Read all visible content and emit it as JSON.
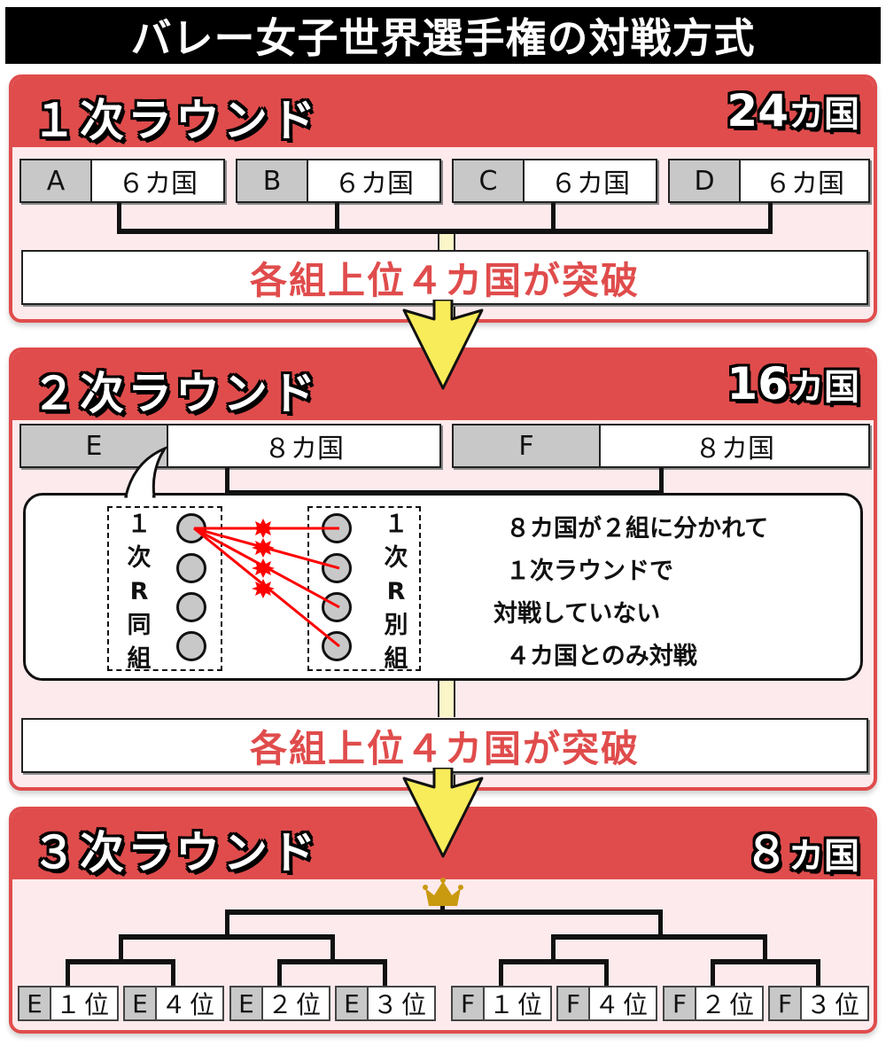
{
  "title": "バレー女子世界選手権の対戦方式",
  "colors": {
    "header_red": "#e04c4c",
    "panel_pink": "#fdeaec",
    "group_gray": "#c8c8c8",
    "arrow_yellow": "#f8ec5a",
    "crown_gold": "#c9990f",
    "match_line_red": "#ff0000"
  },
  "round1": {
    "name": "１次ラウンド",
    "count_num": "24",
    "count_unit": "カ国",
    "groups": [
      {
        "letter": "A",
        "size": "６カ国"
      },
      {
        "letter": "B",
        "size": "６カ国"
      },
      {
        "letter": "C",
        "size": "６カ国"
      },
      {
        "letter": "D",
        "size": "６カ国"
      }
    ],
    "advance": "各組上位４カ国が突破"
  },
  "round2": {
    "name": "２次ラウンド",
    "count_num": "16",
    "count_unit": "カ国",
    "groups": [
      {
        "letter": "E",
        "size": "８カ国"
      },
      {
        "letter": "F",
        "size": "８カ国"
      }
    ],
    "callout": {
      "left_label": [
        "１",
        "次",
        "R",
        "同",
        "組"
      ],
      "right_label": [
        "１",
        "次",
        "R",
        "別",
        "組"
      ],
      "explanation": [
        "８カ国が２組に分かれて",
        "１次ラウンドで",
        "対戦していない",
        "４カ国とのみ対戦"
      ]
    },
    "advance": "各組上位４カ国が突破"
  },
  "round3": {
    "name": "３次ラウンド",
    "count_num": "８",
    "count_unit": "カ国",
    "bracket": [
      {
        "group": "E",
        "rank": "１位"
      },
      {
        "group": "E",
        "rank": "４位"
      },
      {
        "group": "E",
        "rank": "２位"
      },
      {
        "group": "E",
        "rank": "３位"
      },
      {
        "group": "F",
        "rank": "１位"
      },
      {
        "group": "F",
        "rank": "４位"
      },
      {
        "group": "F",
        "rank": "２位"
      },
      {
        "group": "F",
        "rank": "３位"
      }
    ],
    "crown_icon": "crown-icon"
  }
}
